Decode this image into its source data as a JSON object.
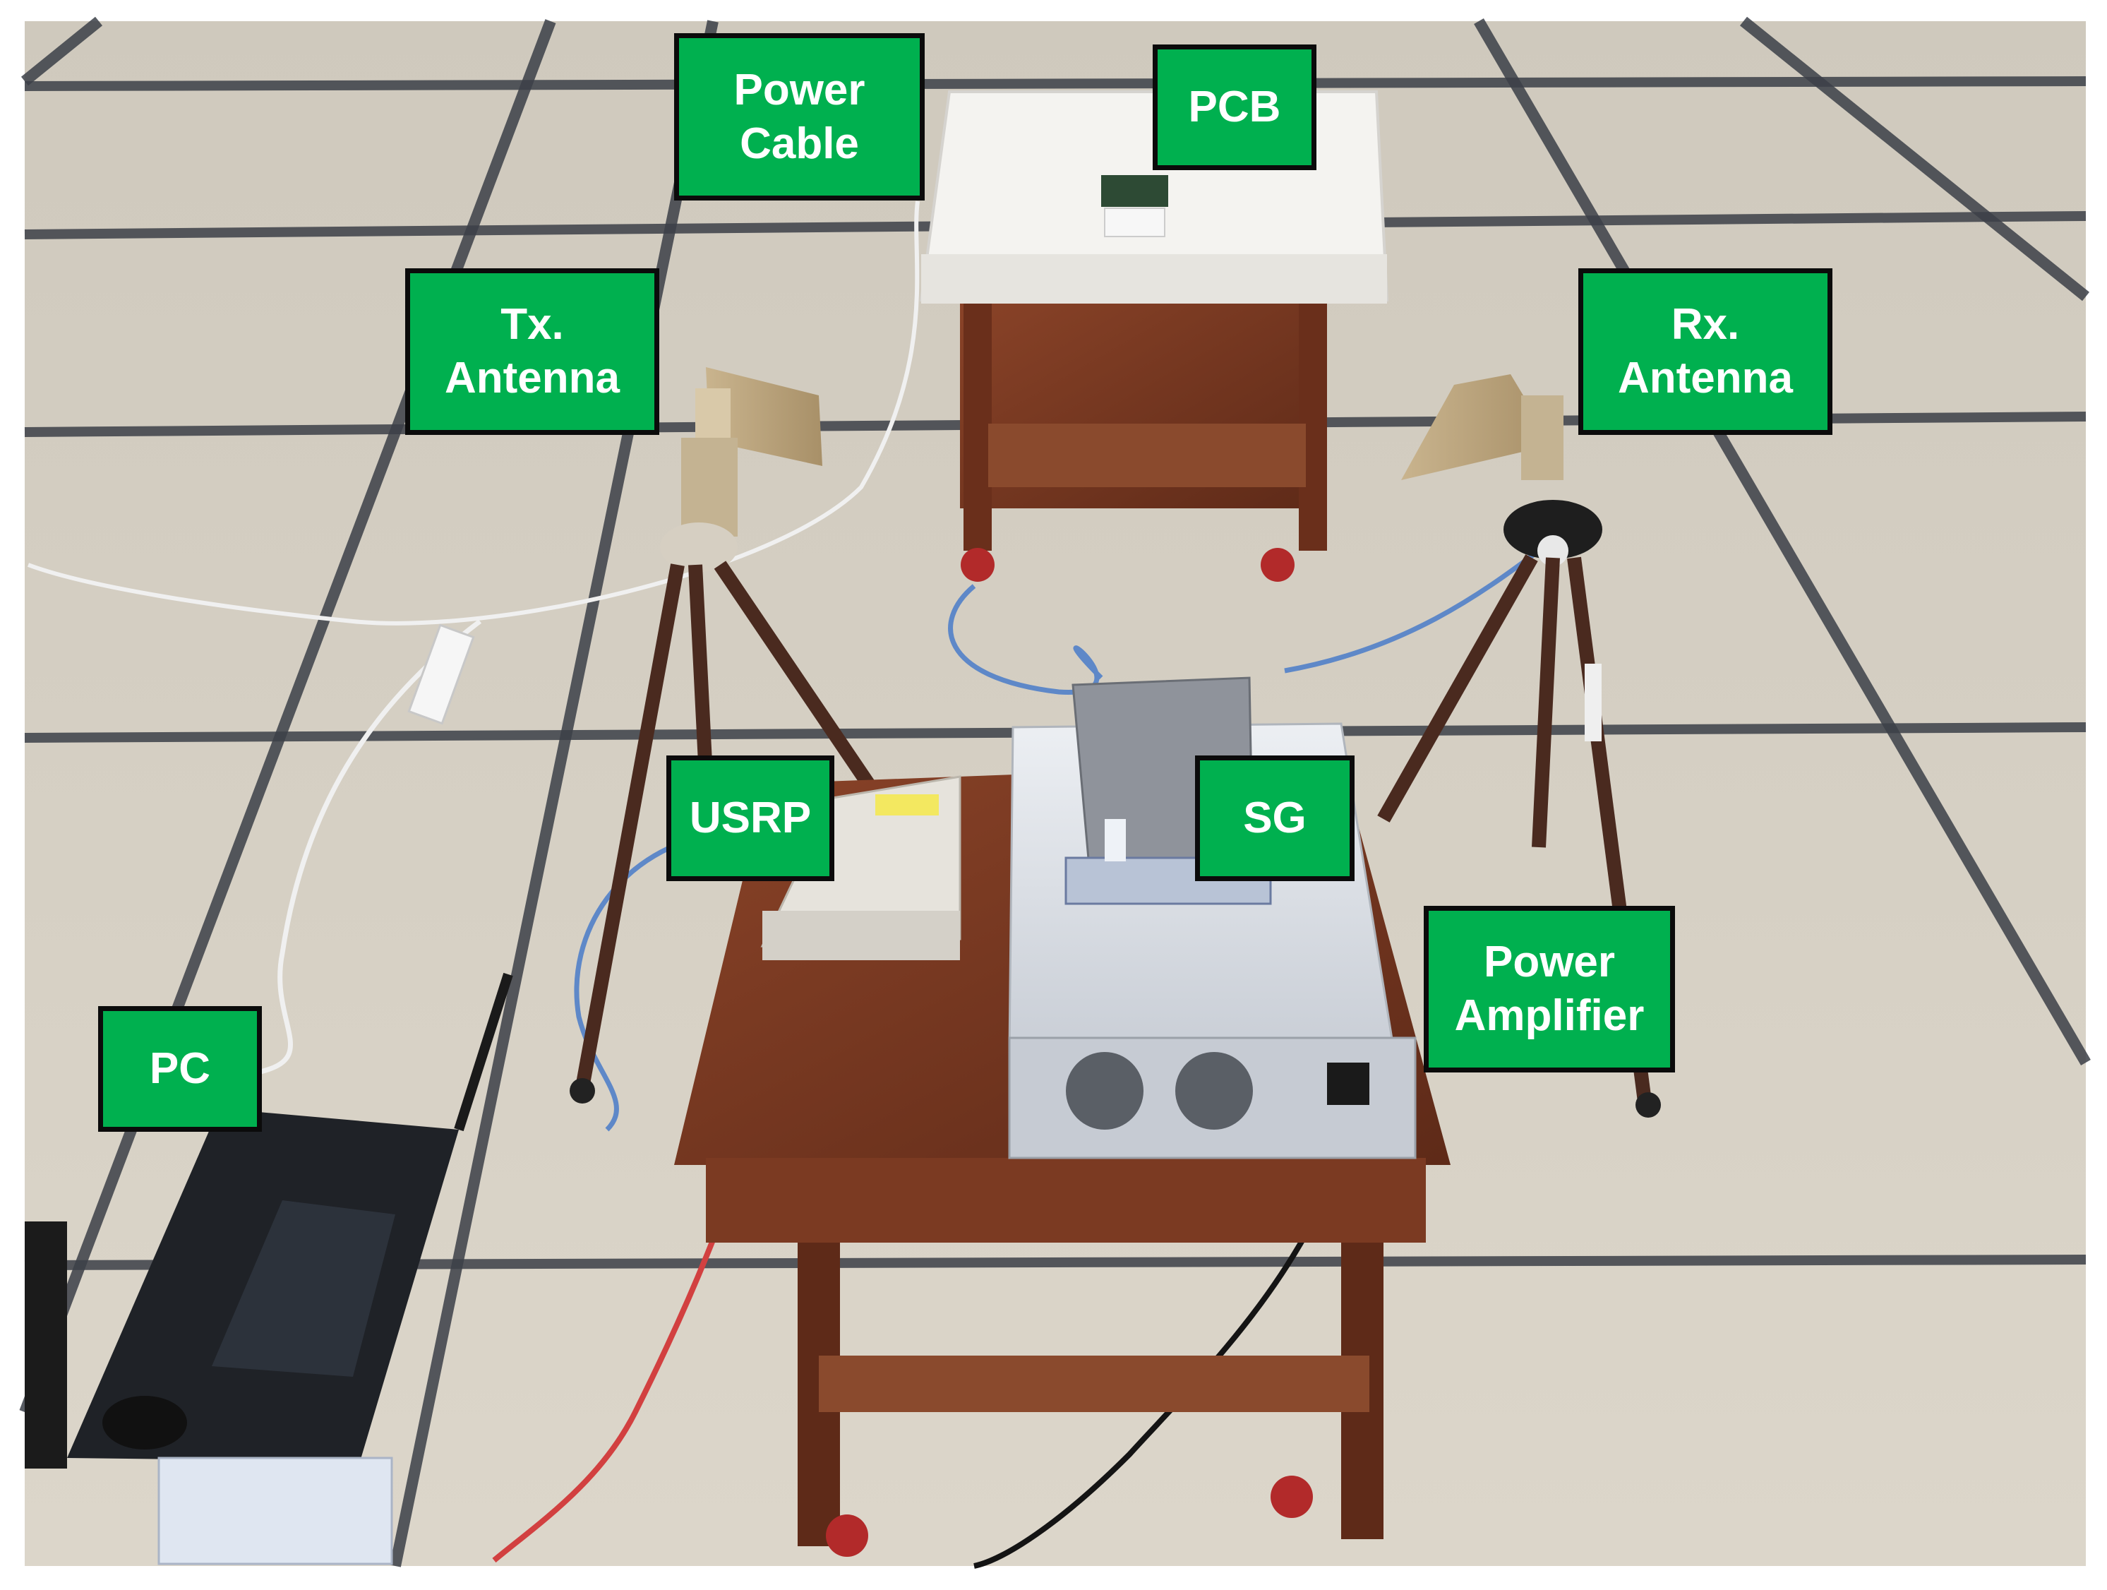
{
  "labels": {
    "power_cable": [
      "Power",
      "Cable"
    ],
    "pcb": [
      "PCB"
    ],
    "tx_antenna": [
      "Tx.",
      "Antenna"
    ],
    "rx_antenna": [
      "Rx.",
      "Antenna"
    ],
    "usrp": [
      "USRP"
    ],
    "sg": [
      "SG"
    ],
    "power_amplifier": [
      "Power",
      "Amplifier"
    ],
    "pc": [
      "PC"
    ]
  },
  "colors": {
    "label_fill": "#00b04f",
    "label_border": "#0b0b0b",
    "label_text": "#ffffff",
    "floor": "#d8d2c6",
    "floor_lines": "#3c4048",
    "table_wood": "#7a3a22",
    "foam_top": "#f2f1ee"
  }
}
